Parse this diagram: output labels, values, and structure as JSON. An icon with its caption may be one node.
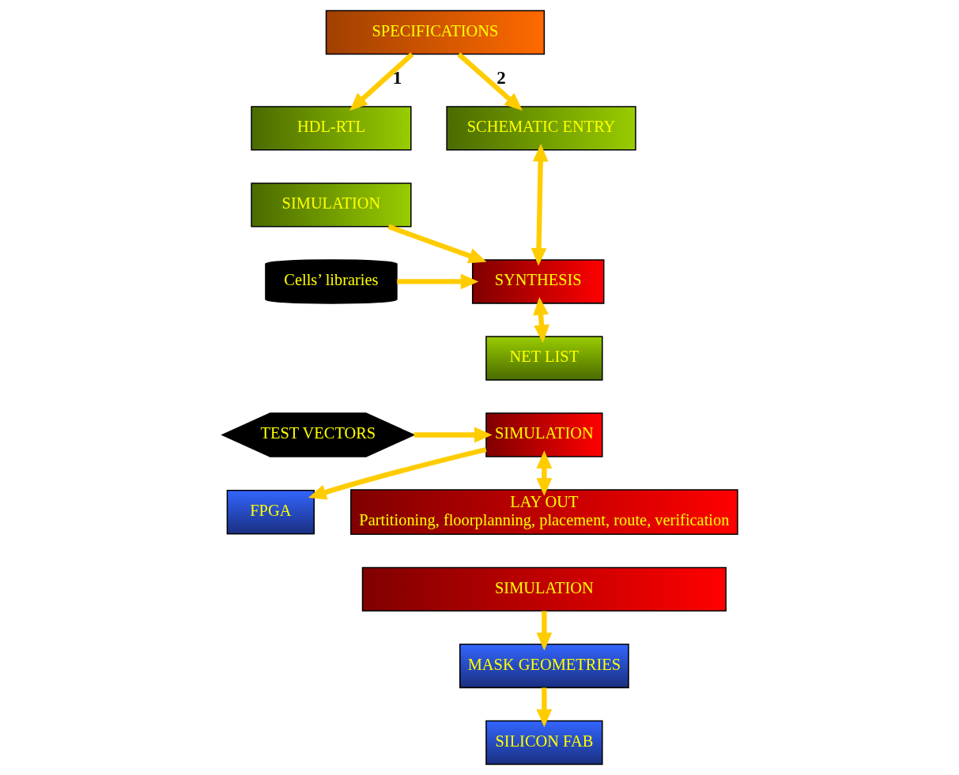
{
  "diagram": {
    "nodes": [
      {
        "text": [
          "SPECIFICATIONS"
        ]
      },
      {
        "text": [
          "HDL-RTL"
        ]
      },
      {
        "text": [
          "SIMULATION"
        ]
      },
      {
        "text": [
          "SCHEMATIC ENTRY"
        ]
      },
      {
        "text": [
          "Cells’ libraries"
        ]
      },
      {
        "text": [
          "SYNTHESIS"
        ]
      },
      {
        "text": [
          "TEST VECTORS"
        ]
      },
      {
        "text": [
          "NET LIST"
        ]
      },
      {
        "text": [
          "SIMULATION"
        ]
      },
      {
        "text": [
          "FPGA"
        ]
      },
      {
        "text": [
          "LAY OUT",
          "Partitioning, floorplanning, placement, route, verification"
        ]
      },
      {
        "text": [
          "SIMULATION"
        ]
      },
      {
        "text": [
          "MASK GEOMETRIES"
        ]
      },
      {
        "text": [
          "SILICON FAB"
        ]
      }
    ],
    "edges": [
      {
        "from": 0,
        "to": 1,
        "arrow": "to",
        "label": "1"
      },
      {
        "from": 0,
        "to": 3,
        "arrow": "to",
        "label": "2"
      },
      {
        "from": 2,
        "to": 5,
        "arrow": "to"
      },
      {
        "from": 3,
        "to": 5,
        "arrow": "both"
      },
      {
        "from": 4,
        "to": 5,
        "arrow": "to"
      },
      {
        "from": 5,
        "to": 7,
        "arrow": "both"
      },
      {
        "from": 6,
        "to": 8,
        "arrow": "to"
      },
      {
        "from": 8,
        "to": 10,
        "arrow": "both"
      },
      {
        "from": 8,
        "to": 9,
        "arrow": "to"
      },
      {
        "from": 11,
        "to": 12,
        "arrow": "to"
      },
      {
        "from": 12,
        "to": 13,
        "arrow": "to"
      }
    ]
  }
}
